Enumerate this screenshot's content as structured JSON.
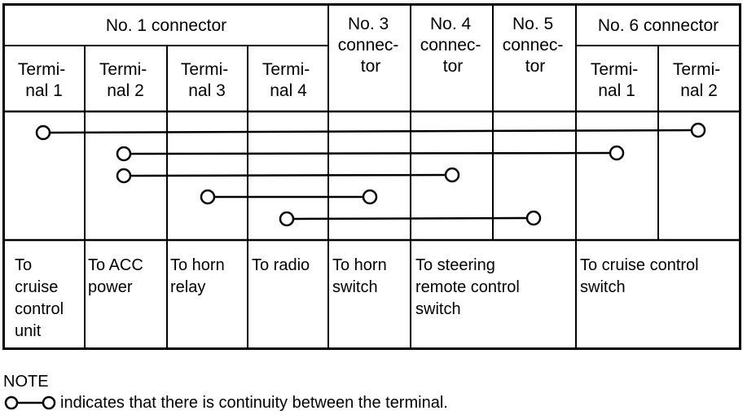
{
  "headers": {
    "conn1": "No. 1 connector",
    "conn3": [
      "No. 3",
      "connec-",
      "tor"
    ],
    "conn4": [
      "No. 4",
      "connec-",
      "tor"
    ],
    "conn5": [
      "No. 5",
      "connec-",
      "tor"
    ],
    "conn6": "No. 6 connector",
    "c1_t1": [
      "Termi-",
      "nal 1"
    ],
    "c1_t2": [
      "Termi-",
      "nal 2"
    ],
    "c1_t3": [
      "Termi-",
      "nal 3"
    ],
    "c1_t4": [
      "Termi-",
      "nal 4"
    ],
    "c6_t1": [
      "Termi-",
      "nal 1"
    ],
    "c6_t2": [
      "Termi-",
      "nal 2"
    ]
  },
  "destinations": {
    "d1": [
      "To",
      "cruise",
      "control",
      "unit"
    ],
    "d2": [
      "To ACC",
      "power"
    ],
    "d3": [
      "To horn",
      "relay"
    ],
    "d4": [
      "To radio"
    ],
    "d5": [
      "To horn",
      "switch"
    ],
    "d6": [
      "To steering",
      "remote control",
      "switch"
    ],
    "d7": [
      "To cruise control",
      "switch"
    ]
  },
  "continuity": [
    {
      "from": "No. 1 Terminal 1",
      "to": "No. 6 Terminal 2"
    },
    {
      "from": "No. 1 Terminal 2",
      "to": "No. 6 Terminal 1"
    },
    {
      "from": "No. 1 Terminal 2",
      "to": "No. 4 connector"
    },
    {
      "from": "No. 1 Terminal 3",
      "to": "No. 3 connector"
    },
    {
      "from": "No. 1 Terminal 4",
      "to": "No. 5 connector"
    }
  ],
  "note": {
    "title": "NOTE",
    "text": "indicates that there is continuity between the terminal."
  }
}
